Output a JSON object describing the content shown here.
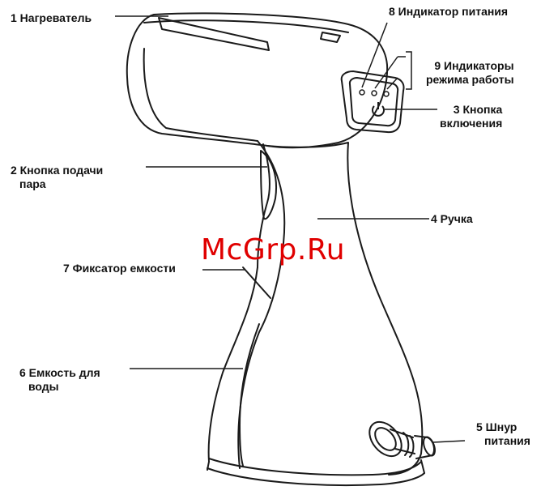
{
  "labels": {
    "heater": "1 Нагреватель",
    "steam_button": [
      "2 Кнопка подачи",
      "пара"
    ],
    "power_button": [
      "3 Кнопка",
      "включения"
    ],
    "handle": "4 Ручка",
    "power_cord": [
      "5 Шнур",
      "питания"
    ],
    "water_tank": [
      "6 Емкость для",
      "воды"
    ],
    "tank_lock": "7 Фиксатор емкости",
    "power_indicator": "8 Индикатор питания",
    "mode_indicators": [
      "9 Индикаторы",
      "режима работы"
    ]
  },
  "watermark": "McGrp.Ru",
  "colors": {
    "outline": "#1a1a1a",
    "watermark": "#e00000"
  }
}
